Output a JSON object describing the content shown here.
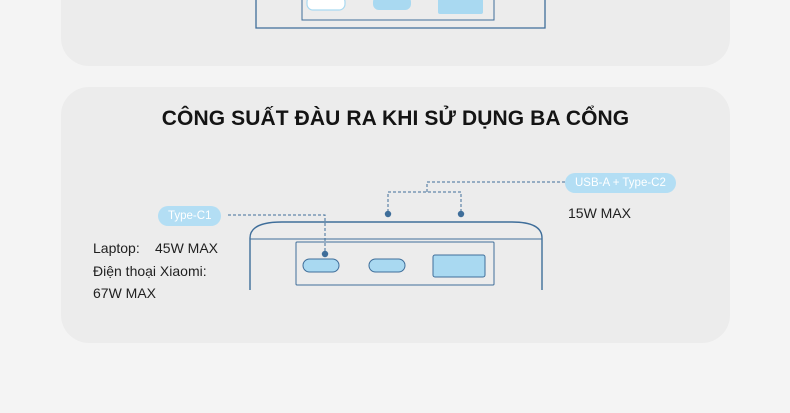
{
  "section_title": "CÔNG SUẤT ĐÀU RA KHI SỬ DỤNG BA CỔNG",
  "ports": {
    "type_c1": {
      "label": "Type-C1",
      "laptop_label": "Laptop:",
      "laptop_power": "45W MAX",
      "phone_label": "Điện thoại Xiaomi:",
      "phone_power": "67W MAX"
    },
    "usb_a_type_c2": {
      "label": "USB-A + Type-C2",
      "power": "15W MAX"
    }
  },
  "colors": {
    "device_outline": "#3f6e9a",
    "port_fill": "#a9d9f1",
    "label_pill": "#b3def4",
    "card_bg": "#ececec",
    "page_bg": "#f4f4f4"
  }
}
